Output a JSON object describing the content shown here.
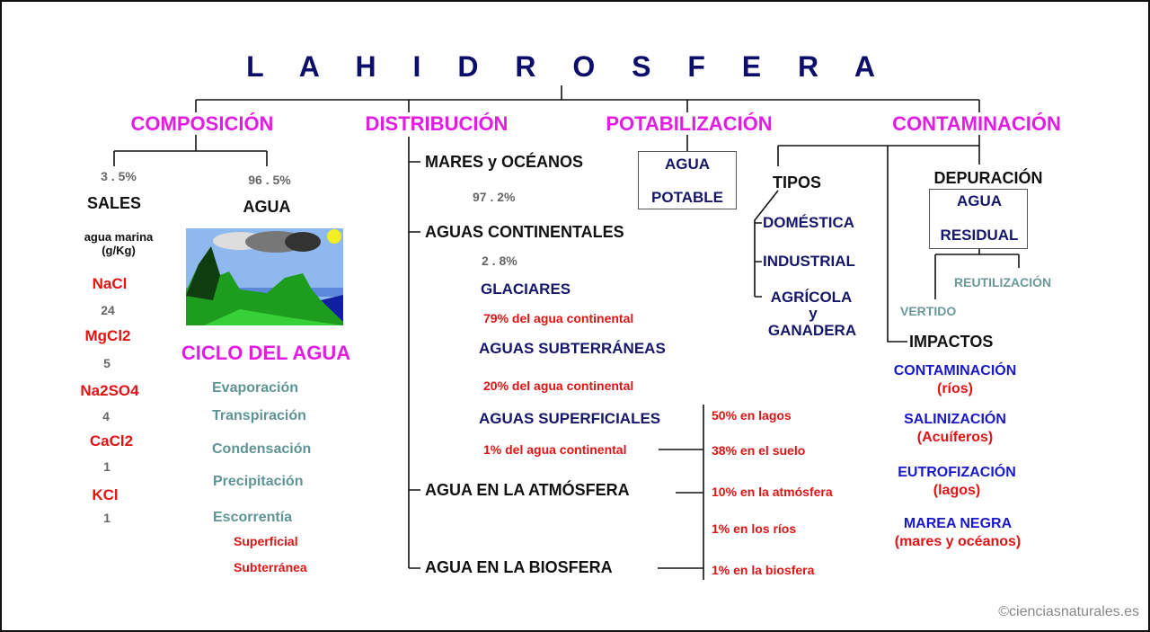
{
  "title": "L A H I D R O S F E R A",
  "sections": {
    "composicion": "COMPOSICIÓN",
    "distribucion": "DISTRIBUCIÓN",
    "potabilizacion": "POTABILIZACIÓN",
    "contaminacion": "CONTAMINACIÓN"
  },
  "composicion": {
    "sales_pct": "3 . 5%",
    "agua_pct": "96 . 5%",
    "sales": "SALES",
    "agua": "AGUA",
    "agua_marina": "agua marina",
    "unidad": "(g/Kg)",
    "salts": [
      {
        "name": "NaCl",
        "value": "24"
      },
      {
        "name": "MgCl2",
        "value": "5"
      },
      {
        "name": "Na2SO4",
        "value": "4"
      },
      {
        "name": "CaCl2",
        "value": "1"
      },
      {
        "name": "KCl",
        "value": "1"
      }
    ],
    "ciclo_title": "CICLO DEL AGUA",
    "ciclo": [
      "Evaporación",
      "Transpiración",
      "Condensación",
      "Precipitación",
      "Escorrentía"
    ],
    "escorrentia": [
      "Superficial",
      "Subterránea"
    ]
  },
  "distribucion": {
    "mares": "MARES y OCÉANOS",
    "mares_pct": "97 . 2%",
    "continentales": "AGUAS CONTINENTALES",
    "continentales_pct": "2 . 8%",
    "glaciares": "GLACIARES",
    "glaciares_pct": "79% del agua continental",
    "subterraneas": "AGUAS SUBTERRÁNEAS",
    "subterraneas_pct": "20% del agua continental",
    "superficiales": "AGUAS SUPERFICIALES",
    "superficiales_pct": "1% del agua continental",
    "atmosfera": "AGUA EN LA ATMÓSFERA",
    "biosfera": "AGUA EN LA BIOSFERA",
    "breakdown": [
      "50% en lagos",
      "38% en el suelo",
      "10% en la atmósfera",
      "1% en los ríos",
      "1% en la biosfera"
    ]
  },
  "potabilizacion": {
    "line1": "AGUA",
    "line2": "POTABLE"
  },
  "contaminacion": {
    "tipos": "TIPOS",
    "tipos_items": [
      "DOMÉSTICA",
      "INDUSTRIAL",
      "AGRÍCOLA",
      "y",
      "GANADERA"
    ],
    "depuracion": "DEPURACIÓN",
    "residual1": "AGUA",
    "residual2": "RESIDUAL",
    "reutilizacion": "REUTILIZACIÓN",
    "vertido": "VERTIDO",
    "impactos": "IMPACTOS",
    "impact_items": [
      {
        "name": "CONTAMINACIÓN",
        "where": "(ríos)"
      },
      {
        "name": "SALINIZACIÓN",
        "where": "(Acuíferos)"
      },
      {
        "name": "EUTROFIZACIÓN",
        "where": "(lagos)"
      },
      {
        "name": "MAREA NEGRA",
        "where": "(mares y océanos)"
      }
    ]
  },
  "copyright": "©cienciasnaturales.es",
  "colors": {
    "title": "#0d0d6b",
    "section": "#e11de3",
    "salt": "#e01414",
    "cycle": "#5f9494",
    "impact": "#1818c8"
  }
}
